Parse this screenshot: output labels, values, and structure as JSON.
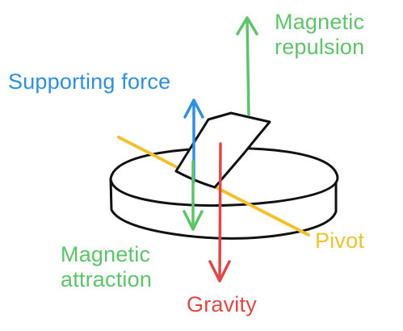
{
  "labels": {
    "magnetic_repulsion": {
      "line1": "Magnetic",
      "line2": "repulsion"
    },
    "supporting_force": "Supporting force",
    "magnetic_attraction": {
      "line1": "Magnetic",
      "line2": "attraction"
    },
    "pivot": "Pivot",
    "gravity": "Gravity"
  },
  "colors": {
    "magnetic_repulsion": "#5ec46a",
    "supporting_force": "#2f8fe0",
    "magnetic_attraction": "#5ec46a",
    "pivot": "#f2c12e",
    "gravity": "#e04848",
    "outline": "#111111",
    "background": "#ffffff"
  }
}
